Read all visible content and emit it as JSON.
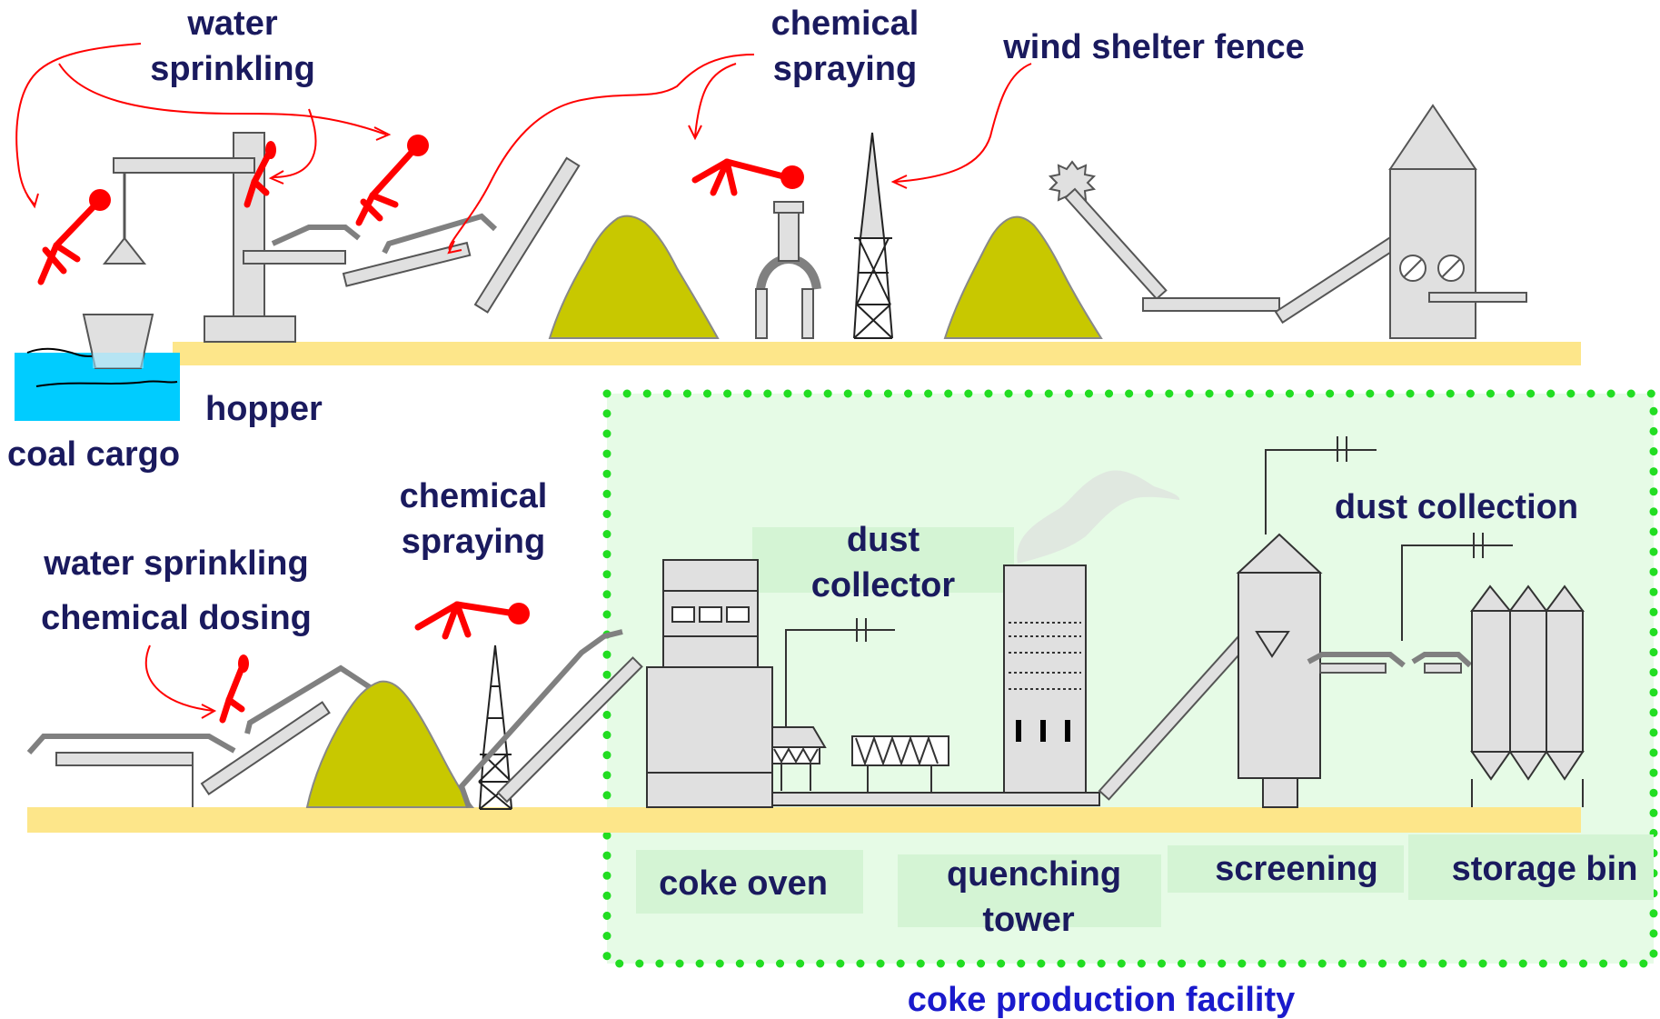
{
  "labels": {
    "water_sprinkling_top": [
      "water",
      "sprinkling"
    ],
    "chemical_spraying_top": [
      "chemical",
      "spraying"
    ],
    "wind_shelter_fence": "wind shelter fence",
    "hopper": "hopper",
    "coal_cargo": "coal cargo",
    "chemical_spraying_bottom": [
      "chemical",
      "spraying"
    ],
    "water_sprinkling_bottom": "water sprinkling",
    "chemical_dosing": "chemical dosing",
    "dust_collector": [
      "dust",
      "collector"
    ],
    "dust_collection": "dust collection",
    "coke_oven": "coke oven",
    "quenching_tower": [
      "quenching",
      "tower"
    ],
    "screening": "screening",
    "storage_bin": "storage bin",
    "coke_production_facility": "coke production facility"
  },
  "colors": {
    "label_text": "#1a1a5e",
    "facility_title": "#1a1acc",
    "ground": "#fde68a",
    "water": "#00ccff",
    "coal_pile": "#c8c800",
    "sprayer_red": "#ff0000",
    "annotation_red": "#ff0000",
    "equipment_fill": "#e0e0e0",
    "conveyor_gray": "#808080",
    "facility_fill": "#e6fbe6",
    "facility_border": "#22dd22"
  }
}
